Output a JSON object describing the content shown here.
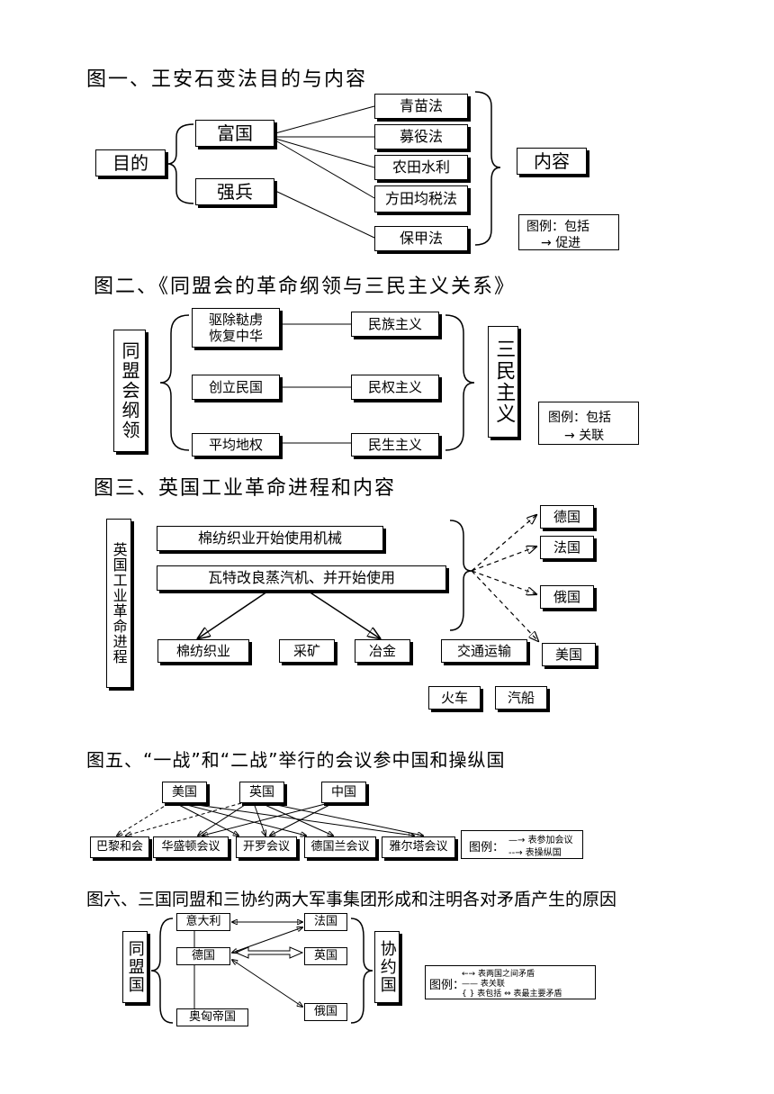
{
  "fig1": {
    "title": "图一、王安石变法目的与内容",
    "purpose": "目的",
    "goals": [
      "富国",
      "强兵"
    ],
    "measures": [
      "青苗法",
      "募役法",
      "农田水利",
      "方田均税法",
      "保甲法"
    ],
    "content": "内容",
    "legend": {
      "label": "图例：",
      "item1": "包括",
      "item2": "促进"
    }
  },
  "fig2": {
    "title": "图二、《同盟会的革命纲领与三民主义关系》",
    "left_label": "同盟会纲领",
    "programs": [
      "驱除鞑虏\n恢复中华",
      "创立民国",
      "平均地权"
    ],
    "principles": [
      "民族主义",
      "民权主义",
      "民生主义"
    ],
    "right_label": "三民主义",
    "legend": {
      "label": "图例：",
      "item1": "包括",
      "item2": "关联"
    }
  },
  "fig3": {
    "title": "图三、英国工业革命进程和内容",
    "left_label": "英国工业革命进程",
    "steps": [
      "棉纺织业开始使用机械",
      "瓦特改良蒸汽机、并开始使用"
    ],
    "industries": [
      "棉纺织业",
      "采矿",
      "冶金",
      "交通运输"
    ],
    "transport": [
      "火车",
      "汽船"
    ],
    "countries": [
      "德国",
      "法国",
      "俄国",
      "美国"
    ]
  },
  "fig5": {
    "title": "图五、“一战”和“二战”举行的会议参中国和操纵国",
    "countries": [
      "美国",
      "英国",
      "中国"
    ],
    "conferences": [
      "巴黎和会",
      "华盛顿会议",
      "开罗会议",
      "德国兰会议",
      "雅尔塔会议"
    ],
    "legend": {
      "label": "图例：",
      "item1": "表参加会议",
      "item2": "表操纵国"
    }
  },
  "fig6": {
    "title": "图六、三国同盟和三协约两大军事集团形成和注明各对矛盾产生的原因",
    "alliance_label": "同盟国",
    "alliance": [
      "意大利",
      "德国",
      "奥匈帝国"
    ],
    "entente": [
      "法国",
      "英国",
      "俄国"
    ],
    "entente_label": "协约国",
    "legend": {
      "label": "图例：",
      "item1": "表两国之间矛盾",
      "item2": "表关联",
      "item3": "表包括",
      "item4": "表最主要矛盾"
    }
  }
}
